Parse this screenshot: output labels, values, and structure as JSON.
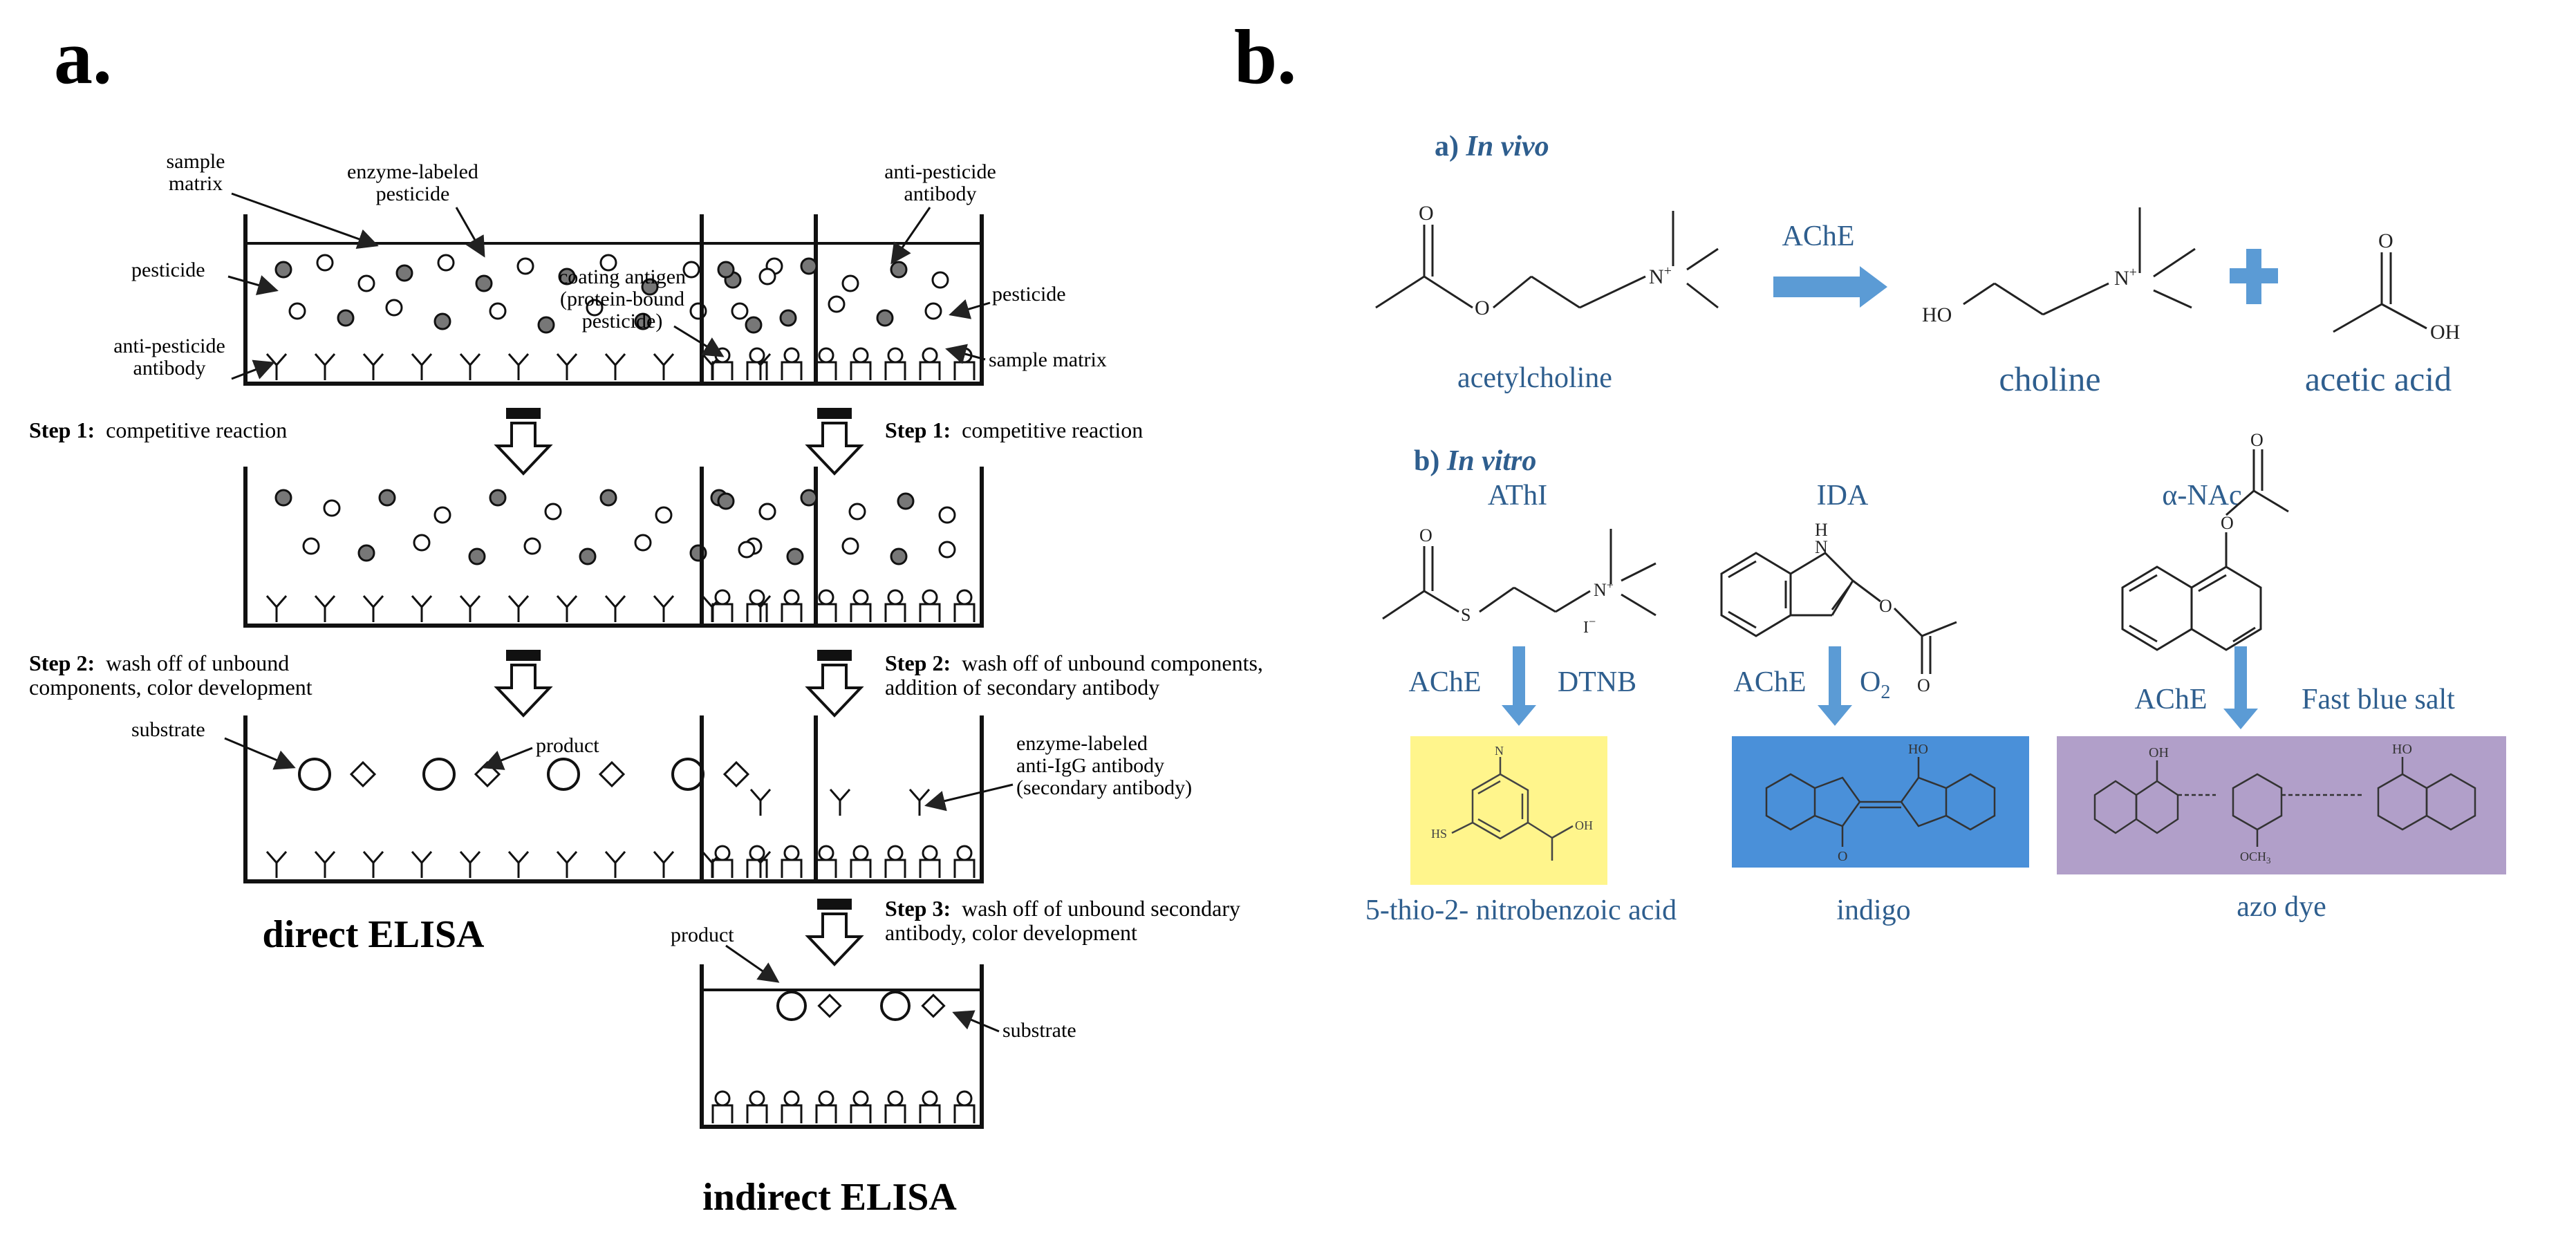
{
  "panel_a": {
    "letter": "a.",
    "direct": {
      "sample_matrix": [
        "sample",
        "matrix"
      ],
      "enzyme_labeled_pesticide": [
        "enzyme-labeled",
        "pesticide"
      ],
      "pesticide": "pesticide",
      "anti_pesticide_antibody": [
        "anti-pesticide",
        "antibody"
      ],
      "step1_bold": "Step 1:",
      "step1_text": "competitive reaction",
      "step2_bold": "Step 2:",
      "step2_text": [
        "wash off of unbound",
        "components, color development"
      ],
      "substrate": "substrate",
      "product": "product",
      "title": "direct ELISA"
    },
    "indirect": {
      "anti_pesticide_antibody": [
        "anti-pesticide",
        "antibody"
      ],
      "coating_antigen": [
        "coating antigen",
        "(protein-bound",
        "pesticide)"
      ],
      "pesticide": "pesticide",
      "sample_matrix": "sample matrix",
      "step1_bold": "Step 1:",
      "step1_text": "competitive reaction",
      "step2_bold": "Step 2:",
      "step2_text": [
        "wash off of unbound components,",
        "addition of secondary antibody"
      ],
      "enzyme_labeled_anti_igg": [
        "enzyme-labeled",
        "anti-IgG antibody",
        "(secondary antibody)"
      ],
      "step3_bold": "Step 3:",
      "step3_text": [
        "wash off of unbound secondary",
        "antibody, color development"
      ],
      "product": "product",
      "substrate": "substrate",
      "title": "indirect ELISA"
    }
  },
  "panel_b": {
    "letter": "b.",
    "in_vivo_prefix": "a) ",
    "in_vivo_italic": "In vivo",
    "acetylcholine_label": "acetylcholine",
    "ache_arrow_label": "AChE",
    "choline_label": "choline",
    "acetic_acid_label": "acetic acid",
    "in_vitro_prefix": "b) ",
    "in_vitro_italic": "In vitro",
    "athi_label": "AThI",
    "ida_label": "IDA",
    "anac_label": "α-NAc",
    "ache_1": "AChE",
    "dtnb": "DTNB",
    "ache_2": "AChE",
    "o2": "O",
    "o2_sub": "2",
    "ache_3": "AChE",
    "fast_blue_salt": "Fast blue salt",
    "product_1": "5-thio-2- nitrobenzoic acid",
    "product_2": "indigo",
    "product_3": "azo dye",
    "atom_O": "O",
    "atom_N_plus": "N",
    "atom_plus": "+",
    "atom_HO": "HO",
    "atom_OH": "OH",
    "atom_S": "S",
    "atom_I": "I",
    "atom_minus": "−",
    "atom_H": "H",
    "atom_N": "N",
    "atom_HS": "HS",
    "atom_OCH3": "OCH",
    "atom_OCH3_sub": "3",
    "atom_NO2": "N",
    "colors": {
      "label_blue": "#2E5E8E",
      "arrow_blue": "#5B9BD5",
      "yellow_box": "#FFF58C",
      "blue_box": "#4A90D9",
      "purple_box": "#B19FC9"
    }
  }
}
